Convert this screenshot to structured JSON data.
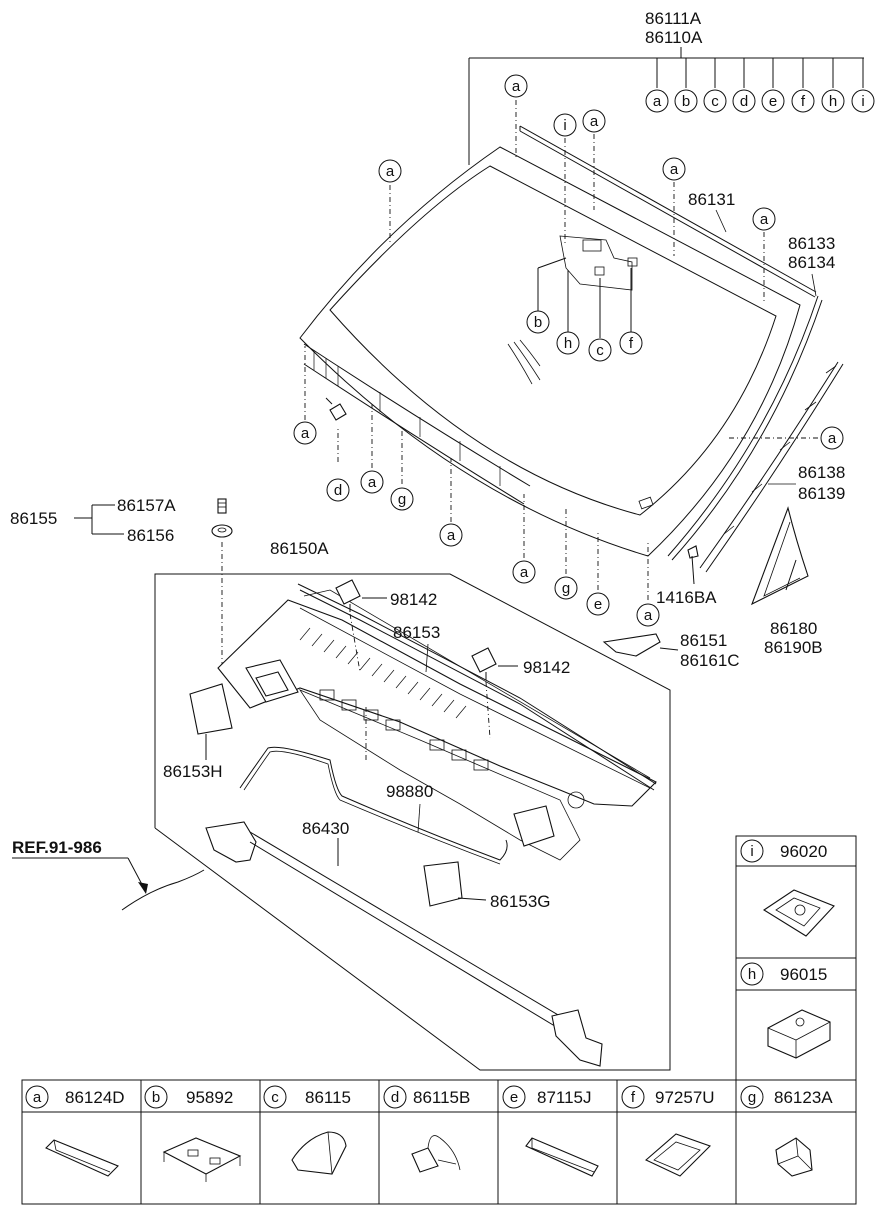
{
  "labels": {
    "p86111A": "86111A",
    "p86110A": "86110A",
    "p86131": "86131",
    "p86133": "86133",
    "p86134": "86134",
    "p86138": "86138",
    "p86139": "86139",
    "p1416BA": "1416BA",
    "p86180": "86180",
    "p86190B": "86190B",
    "p86151": "86151",
    "p86161C": "86161C",
    "p86155": "86155",
    "p86157A": "86157A",
    "p86156": "86156",
    "p86150A": "86150A",
    "p98142a": "98142",
    "p98142b": "98142",
    "p86153": "86153",
    "p86153H": "86153H",
    "p98880": "98880",
    "p86430": "86430",
    "p86153G": "86153G",
    "ref": "REF.91-986"
  },
  "header_letters": [
    "a",
    "b",
    "c",
    "d",
    "e",
    "f",
    "h",
    "i"
  ],
  "callouts": {
    "c1": "a",
    "c2": "a",
    "c3": "i",
    "c4": "a",
    "c5": "a",
    "c6": "a",
    "c7": "b",
    "c8": "h",
    "c9": "c",
    "c10": "f",
    "c11": "a",
    "c12": "d",
    "c13": "a",
    "c14": "g",
    "c15": "a",
    "c16": "a",
    "c17": "g",
    "c18": "e",
    "c19": "a",
    "c20": "a"
  },
  "side_table": [
    {
      "letter": "i",
      "part": "96020"
    },
    {
      "letter": "h",
      "part": "96015"
    }
  ],
  "bottom_table": [
    {
      "letter": "a",
      "part": "86124D"
    },
    {
      "letter": "b",
      "part": "95892"
    },
    {
      "letter": "c",
      "part": "86115"
    },
    {
      "letter": "d",
      "part": "86115B"
    },
    {
      "letter": "e",
      "part": "87115J"
    },
    {
      "letter": "f",
      "part": "97257U"
    },
    {
      "letter": "g",
      "part": "86123A"
    }
  ]
}
